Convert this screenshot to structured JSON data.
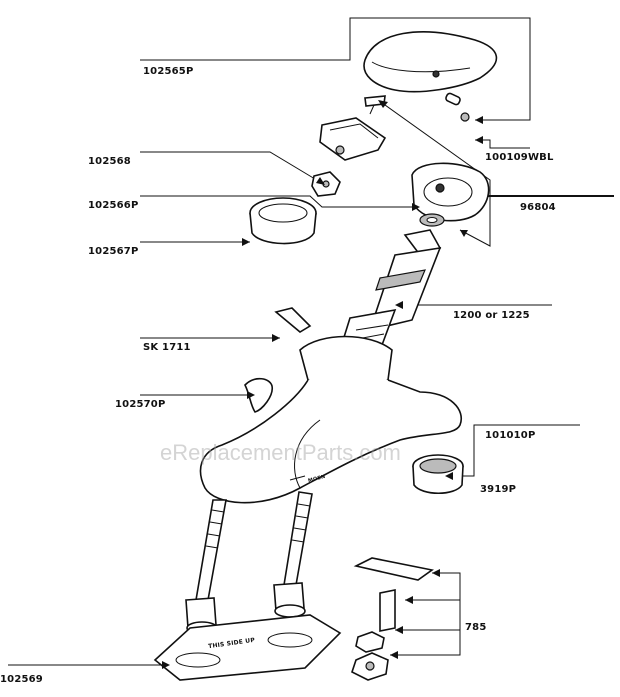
{
  "labels": {
    "l102565p": "102565P",
    "l102568": "102568",
    "l102566p": "102566P",
    "l102567p": "102567P",
    "sk1711": "SK 1711",
    "l102570p": "102570P",
    "l102569": "102569",
    "l100109wbl": "100109WBL",
    "l96804": "96804",
    "l1200": "1200 or 1225",
    "l101010p": "101010P",
    "l3919p": "3919P",
    "l785": "785"
  },
  "plate_text": "THIS SIDE UP",
  "brand_text": "MOEN",
  "watermark": "eReplacementParts.com"
}
